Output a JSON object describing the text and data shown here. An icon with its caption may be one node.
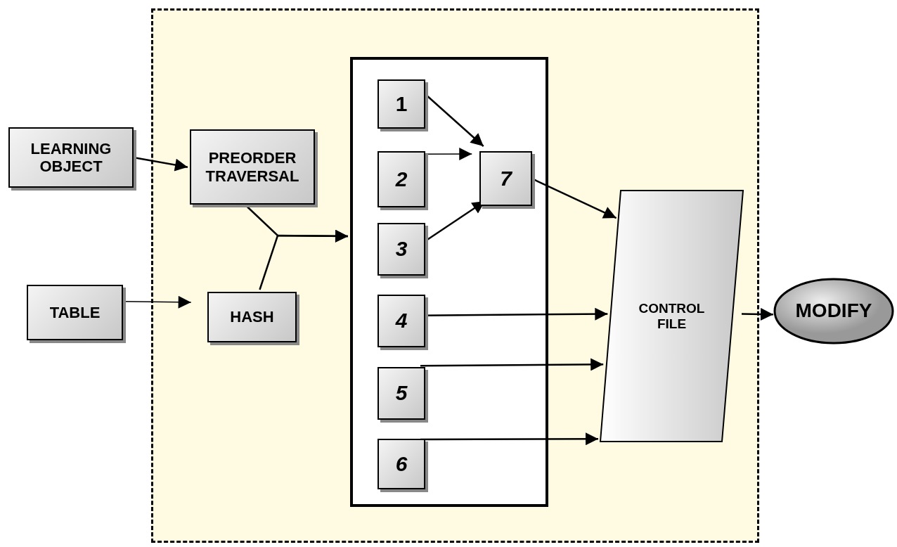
{
  "diagram": {
    "nodes": [
      {
        "text": [],
        "shape": "box"
      },
      {
        "text": [
          "LEARNING OBJECT"
        ]
      },
      {
        "text": [
          "PREORDER TRAVERSAL"
        ],
        "in": 0
      },
      {
        "text": [
          "TABLE"
        ]
      },
      {
        "text": [
          "HASH"
        ],
        "in": 0
      },
      {
        "text": [],
        "shape": "box",
        "in": 0
      },
      {
        "text": [
          "1"
        ],
        "in": 5
      },
      {
        "text": [
          "2"
        ],
        "in": 5
      },
      {
        "text": [
          "3"
        ],
        "in": 5
      },
      {
        "text": [
          "4"
        ],
        "in": 5
      },
      {
        "text": [
          "5"
        ],
        "in": 5
      },
      {
        "text": [
          "6"
        ],
        "in": 5
      },
      {
        "text": [
          "7"
        ],
        "in": 5
      },
      {
        "text": [
          "CONTROL FILE"
        ],
        "in": 0
      },
      {
        "text": [
          "MODIFY"
        ]
      }
    ],
    "edges": [
      {
        "from": 1,
        "to": 2,
        "arrow": "to"
      },
      {
        "from": 3,
        "to": 4,
        "arrow": "to"
      },
      {
        "from": 2,
        "to": 5,
        "arrow": "to"
      },
      {
        "from": 4,
        "to": 5,
        "arrow": "to"
      },
      {
        "from": 6,
        "to": 12,
        "arrow": "to"
      },
      {
        "from": 7,
        "to": 12,
        "arrow": "to"
      },
      {
        "from": 8,
        "to": 12,
        "arrow": "to"
      },
      {
        "from": 12,
        "to": 13,
        "arrow": "to"
      },
      {
        "from": 9,
        "to": 13,
        "arrow": "to"
      },
      {
        "from": 10,
        "to": 13,
        "arrow": "to"
      },
      {
        "from": 11,
        "to": 13,
        "arrow": "to"
      },
      {
        "from": 13,
        "to": 14,
        "arrow": "to"
      }
    ]
  }
}
